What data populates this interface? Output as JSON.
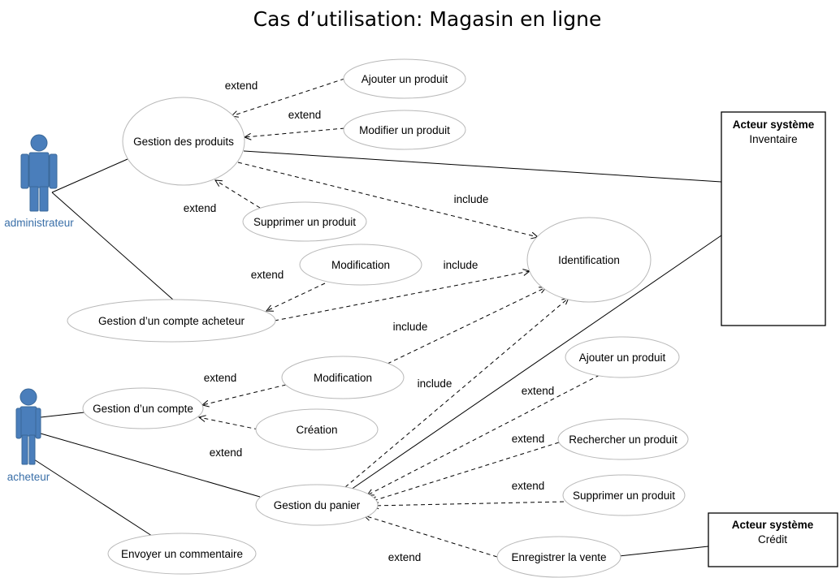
{
  "title": "Cas d’utilisation: Magasin en ligne",
  "actors": {
    "admin": "administrateur",
    "buyer": "acheteur"
  },
  "system_actors": {
    "inventory": {
      "title": "Acteur système",
      "name": "Inventaire"
    },
    "credit": {
      "title": "Acteur système",
      "name": "Crédit"
    }
  },
  "use_cases": {
    "gestion_produits": "Gestion des produits",
    "ajouter_produit_1": "Ajouter un produit",
    "modifier_produit": "Modifier un produit",
    "supprimer_produit_1": "Supprimer un produit",
    "identification": "Identification",
    "modification_1": "Modification",
    "gestion_compte_acheteur": "Gestion d’un compte acheteur",
    "modification_2": "Modification",
    "gestion_compte": "Gestion d’un compte",
    "creation": "Création",
    "gestion_panier": "Gestion du panier",
    "envoyer_commentaire": "Envoyer un commentaire",
    "ajouter_produit_2": "Ajouter un produit",
    "rechercher_produit": "Rechercher un produit",
    "supprimer_produit_2": "Supprimer un produit",
    "enregistrer_vente": "Enregistrer la vente"
  },
  "relations": {
    "extend": "extend",
    "include": "include"
  },
  "colors": {
    "actor": "#4a7ebb",
    "actor_label": "#3a6fa8",
    "ellipse_border": "#b8b8b8"
  }
}
